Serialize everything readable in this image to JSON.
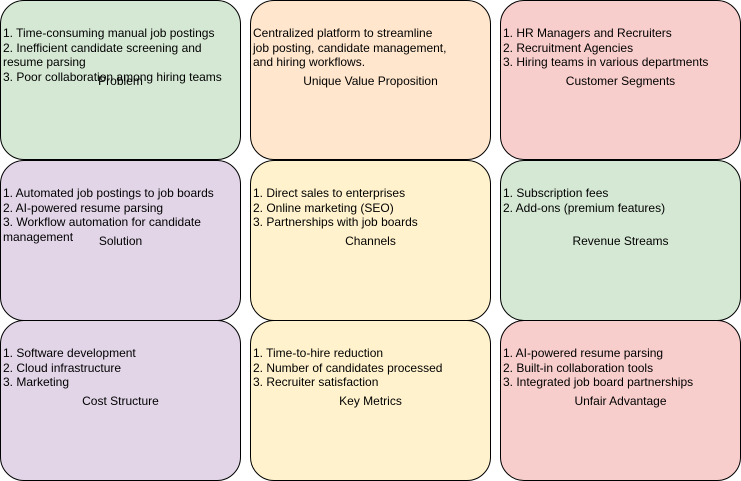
{
  "canvas": {
    "blocks": [
      {
        "id": "problem",
        "title": "Problem",
        "lines": [
          "1. Time-consuming manual job postings",
          "2. Inefficient candidate screening and",
          "resume parsing",
          "3. Poor collaboration among hiring teams"
        ],
        "color": "#d5e8d4"
      },
      {
        "id": "unique-value-proposition",
        "title": "Unique Value Proposition",
        "lines": [
          "Centralized platform to streamline",
          "job posting, candidate management,",
          "and hiring workflows."
        ],
        "color": "#ffe6cc"
      },
      {
        "id": "customer-segments",
        "title": "Customer Segments",
        "lines": [
          "1. HR Managers and Recruiters",
          "2. Recruitment Agencies",
          "3. Hiring teams in various departments"
        ],
        "color": "#f8cecc"
      },
      {
        "id": "solution",
        "title": "Solution",
        "lines": [
          "1. Automated job postings to job boards",
          "2. AI-powered resume parsing",
          "3. Workflow automation for candidate",
          "management"
        ],
        "color": "#e1d5e7"
      },
      {
        "id": "channels",
        "title": "Channels",
        "lines": [
          "1. Direct sales to enterprises",
          "2. Online marketing (SEO)",
          "3. Partnerships with job boards"
        ],
        "color": "#fff2cc"
      },
      {
        "id": "revenue-streams",
        "title": "Revenue Streams",
        "lines": [
          "1. Subscription fees",
          "2. Add-ons (premium features)"
        ],
        "color": "#d5e8d4"
      },
      {
        "id": "cost-structure",
        "title": "Cost Structure",
        "lines": [
          "1. Software development",
          "2. Cloud infrastructure",
          "3. Marketing"
        ],
        "color": "#e1d5e7"
      },
      {
        "id": "key-metrics",
        "title": "Key Metrics",
        "lines": [
          "1. Time-to-hire reduction",
          "2. Number of candidates processed",
          "3. Recruiter satisfaction"
        ],
        "color": "#fff2cc"
      },
      {
        "id": "unfair-advantage",
        "title": "Unfair Advantage",
        "lines": [
          "1. AI-powered resume parsing",
          "2. Built-in collaboration tools",
          "3. Integrated job board partnerships"
        ],
        "color": "#f8cecc"
      }
    ]
  }
}
